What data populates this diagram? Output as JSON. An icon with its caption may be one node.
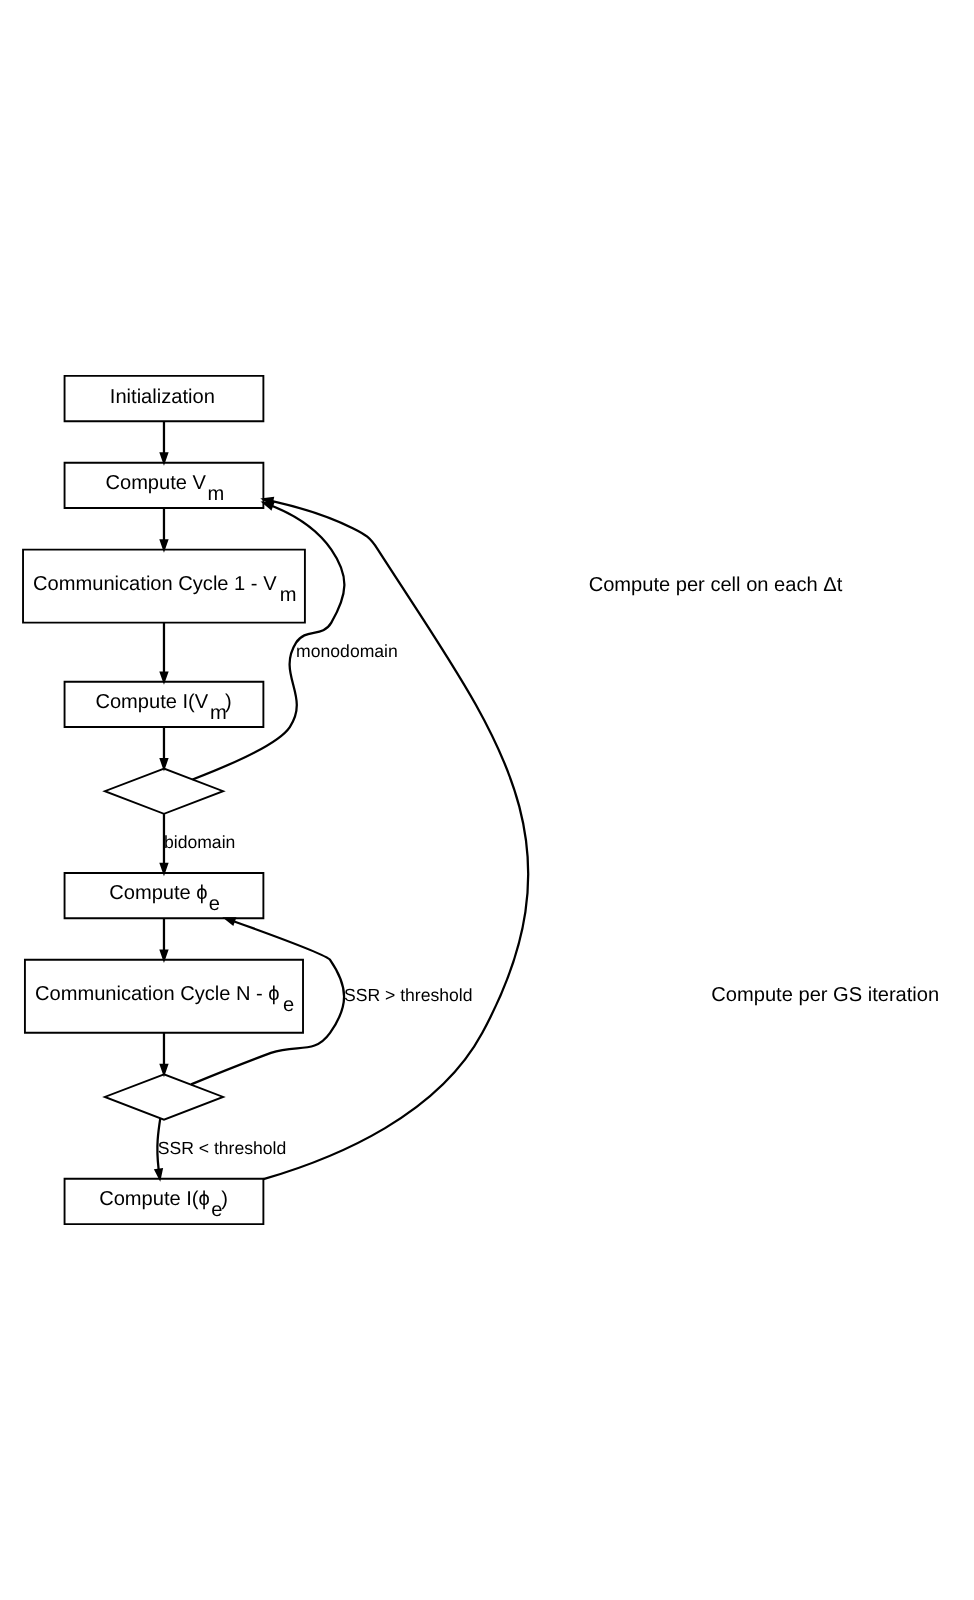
{
  "diagram": {
    "nodes": [
      {
        "text": [
          "Initialization"
        ]
      },
      {
        "text": [
          "Compute V$_{m}$"
        ]
      },
      {
        "text": [
          "Communication Cycle 1 - V$_{m}$"
        ]
      },
      {
        "text": [
          "Compute I(V$_{m}$)"
        ]
      },
      {
        "text": [],
        "shape": "diamond"
      },
      {
        "text": [
          "Compute ϕ$_{e}$"
        ]
      },
      {
        "text": [
          "Communication Cycle N - ϕ$_{e}$"
        ]
      },
      {
        "text": [],
        "shape": "diamond"
      },
      {
        "text": [
          "Compute I(ϕ$_{e}$)"
        ]
      }
    ],
    "edges": [
      {
        "from": 0,
        "to": 1,
        "arrow": "to"
      },
      {
        "from": 1,
        "to": 2,
        "arrow": "to"
      },
      {
        "from": 2,
        "to": 3,
        "arrow": "to"
      },
      {
        "from": 3,
        "to": 4,
        "arrow": "to"
      },
      {
        "from": 4,
        "to": 1,
        "arrow": "to",
        "label": "monodomain"
      },
      {
        "from": 4,
        "to": 5,
        "arrow": "to",
        "label": "bidomain"
      },
      {
        "from": 5,
        "to": 6,
        "arrow": "to"
      },
      {
        "from": 6,
        "to": 7,
        "arrow": "to"
      },
      {
        "from": 7,
        "to": 5,
        "arrow": "to",
        "label": "SSR > threshold"
      },
      {
        "from": 7,
        "to": 8,
        "arrow": "to",
        "label": "SSR < threshold"
      },
      {
        "from": 8,
        "to": 1,
        "arrow": "to"
      }
    ],
    "labels": [
      "Compute per cell on each Δt",
      "Compute per GS iteration"
    ]
  }
}
